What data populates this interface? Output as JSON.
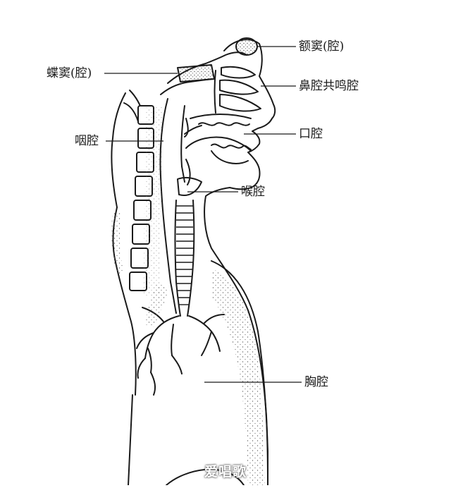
{
  "diagram": {
    "labels": {
      "frontal_sinus": "额窦(腔)",
      "sphenoid_sinus": "蝶窦(腔)",
      "nasal_cavity": "鼻腔共鸣腔",
      "pharynx": "咽腔",
      "oral_cavity": "口腔",
      "larynx": "喉腔",
      "thoracic_cavity": "胸腔"
    },
    "watermark": "爱唱歌",
    "colors": {
      "ink": "#1a1a1a",
      "background": "#ffffff",
      "stipple": "#6a6a6a"
    }
  }
}
